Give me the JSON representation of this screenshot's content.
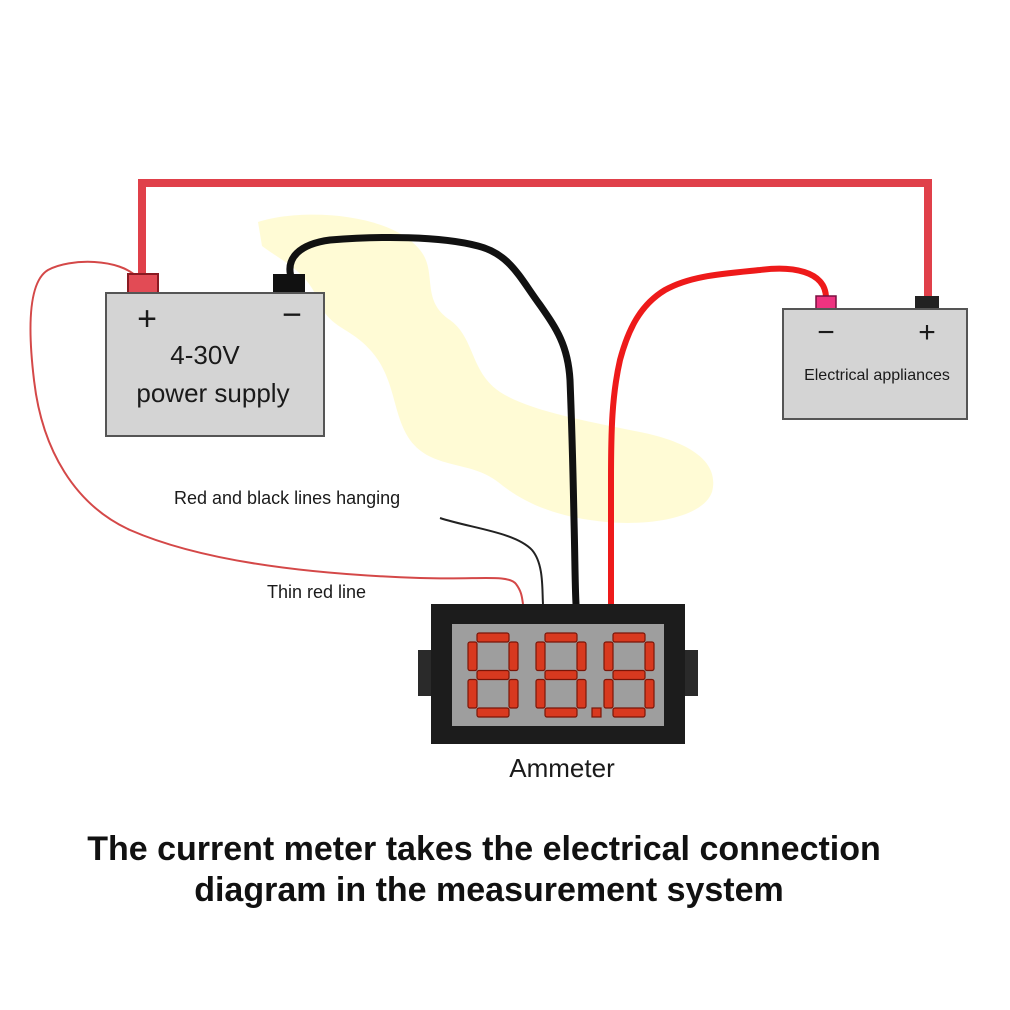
{
  "power_supply": {
    "plus_symbol": "+",
    "minus_symbol": "−",
    "label_line1": "4-30V",
    "label_line2": "power supply"
  },
  "appliance": {
    "minus_symbol": "−",
    "plus_symbol": "+",
    "label": "Electrical appliances"
  },
  "annotations": {
    "hanging": "Red and black lines hanging",
    "thin_red": "Thin red line"
  },
  "ammeter": {
    "label": "Ammeter",
    "display": "88.8"
  },
  "caption": {
    "line1": "The current meter takes the electrical connection",
    "line2": "diagram in the measurement system"
  },
  "colors": {
    "thick_red_wire": "#e0404a",
    "bright_red_wire": "#ee1a1a",
    "thin_red_wire": "#d44848",
    "black_wire": "#111111",
    "device_fill": "#d4d4d4",
    "device_stroke": "#555555",
    "display_digit": "#d8391f",
    "highlight": "#fffbd0"
  }
}
